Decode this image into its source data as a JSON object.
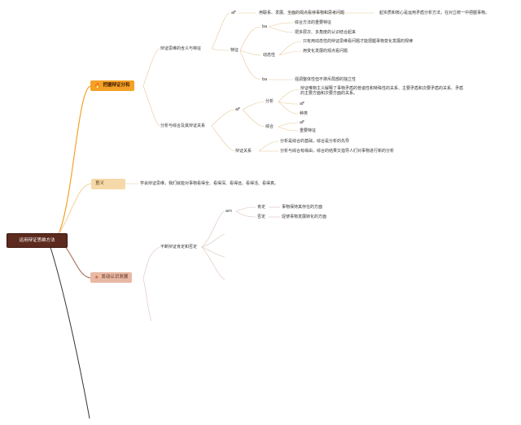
{
  "root": {
    "label": "运用辩证思维方法"
  },
  "branches": [
    {
      "label": "把握辩证分和",
      "icon": "fire-icon",
      "color": "#f3a227"
    },
    {
      "label": "意义",
      "color": "#f6d9a8"
    },
    {
      "label": "发动认识发展",
      "icon": "star-icon",
      "color": "#e8b9a4"
    }
  ],
  "b1": {
    "topic1": "辩证思维的含义与特征",
    "af": "aF",
    "def_label": "用联系、发展、全面的观点看待事物和思考问题",
    "def_detail": "起实质和核心是运用矛盾分析方法，在对立统一中把握事物。",
    "feature": "特征",
    "ba1": "ba",
    "ba1_items": [
      "综合方法的重要特征",
      "把多层次、多角度的认识结合起来"
    ],
    "dyn": "动态性",
    "dyn_items": [
      "只有用动态性的辩证思维看问题才能把握事物变化发展的规律",
      "用变化发展的观点看问题"
    ],
    "ba2": "ba",
    "ba2_item": "强调整体性但不排斥局部的独立性",
    "topic2": "分析与综合及其辩证关系",
    "af2": "aF",
    "analysis": "分析",
    "analysis_detail": "辩证唯物主义解释了事物矛盾的普遍性和特殊性的关系、主要矛盾和次要矛盾的关系、矛盾的主要方面和次要方面的关系。",
    "analysis_af": "aF",
    "analysis_kind": "种类",
    "synthesis": "综合",
    "synthesis_af": "aF",
    "synthesis_feat": "重要特征",
    "relation": "辩证关系",
    "relation_items": [
      "分析是综合的基础，综合是分析的先导",
      "分析与综合有缘由，综合的结果又指导人们对事物进行新的分析"
    ]
  },
  "b2": {
    "text": "学会辩证思维，我们就能对事物看得全、看得深、看得远、看得活、看得真。"
  },
  "b3": {
    "topic": "不断辩证肯定和否定",
    "am": "am",
    "affirm": "肯定",
    "affirm_detail": "事物保持其存在的方面",
    "negate": "否定",
    "negate_detail": "促使事物发展转化的方面"
  }
}
